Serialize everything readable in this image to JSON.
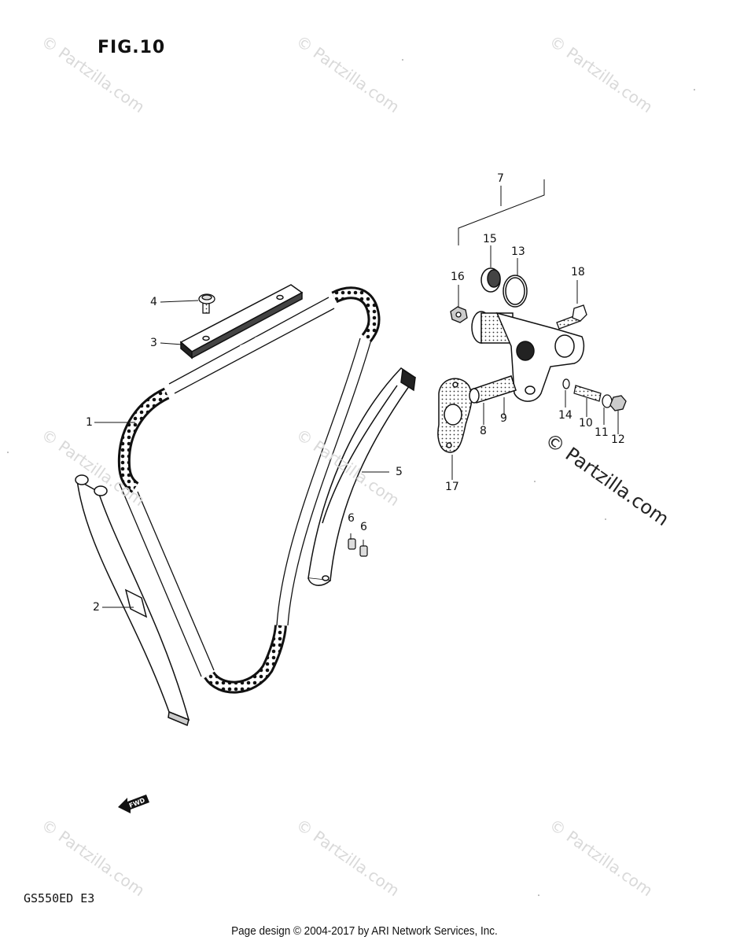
{
  "figure": {
    "title": "FIG.10",
    "model_code": "GS550ED E3"
  },
  "footer": {
    "text": "Page design © 2004-2017 by ARI Network Services, Inc."
  },
  "watermark": {
    "text": "© Partzilla.com",
    "main_text": "© Partzilla.com"
  },
  "fwd_arrow": {
    "text": "FWD"
  },
  "labels": {
    "p1": "1",
    "p2": "2",
    "p3": "3",
    "p4": "4",
    "p5": "5",
    "p6a": "6",
    "p6b": "6",
    "p7": "7",
    "p8": "8",
    "p9": "9",
    "p10": "10",
    "p11": "11",
    "p12": "12",
    "p13": "13",
    "p14": "14",
    "p15": "15",
    "p16": "16",
    "p17": "17",
    "p18": "18"
  }
}
